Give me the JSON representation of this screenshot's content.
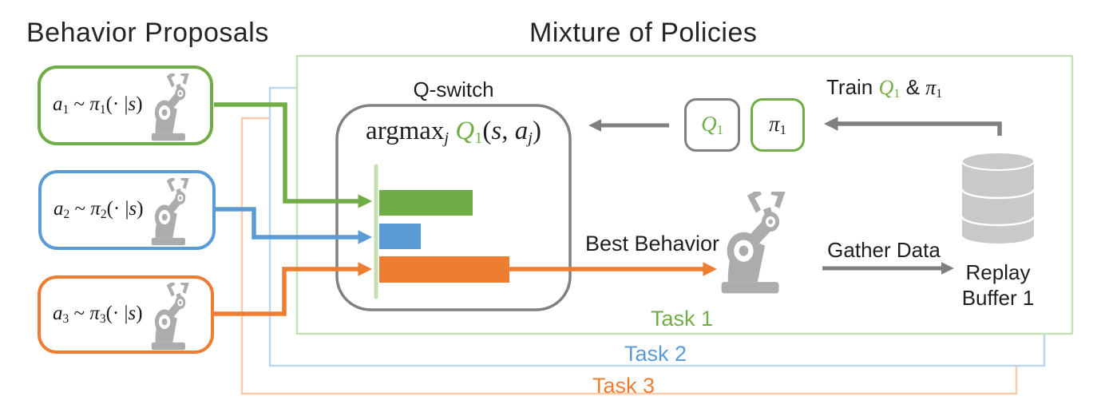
{
  "titles": {
    "left": "Behavior Proposals",
    "right": "Mixture of Policies"
  },
  "colors": {
    "green": "#70AD47",
    "blue": "#5B9BD5",
    "orange": "#ED7D31",
    "gray": "#808080",
    "light_green": "#C5E0B4",
    "light_blue": "#BDD7EE",
    "light_orange": "#F8CBAD",
    "icon_gray": "#ACACAC",
    "cylinder_gray": "#C9C9C9",
    "text": "#262626"
  },
  "icons": {
    "robot": "robot-arm-icon",
    "buffer": "database-cylinder-icon"
  },
  "proposals": [
    {
      "task": 1,
      "color": "green",
      "formula": [
        {
          "t": "a",
          "s": "i"
        },
        {
          "t": "1",
          "s": "sub"
        },
        {
          "t": " ~ "
        },
        {
          "t": "π",
          "s": "i"
        },
        {
          "t": "1",
          "s": "sub"
        },
        {
          "t": "(· |"
        },
        {
          "t": "s",
          "s": "i"
        },
        {
          "t": ")"
        }
      ]
    },
    {
      "task": 2,
      "color": "blue",
      "formula": [
        {
          "t": "a",
          "s": "i"
        },
        {
          "t": "2",
          "s": "sub"
        },
        {
          "t": " ~ "
        },
        {
          "t": "π",
          "s": "i"
        },
        {
          "t": "2",
          "s": "sub"
        },
        {
          "t": "(· |"
        },
        {
          "t": "s",
          "s": "i"
        },
        {
          "t": ")"
        }
      ]
    },
    {
      "task": 3,
      "color": "orange",
      "formula": [
        {
          "t": "a",
          "s": "i"
        },
        {
          "t": "3",
          "s": "sub"
        },
        {
          "t": " ~ "
        },
        {
          "t": "π",
          "s": "i"
        },
        {
          "t": "3",
          "s": "sub"
        },
        {
          "t": "(· |"
        },
        {
          "t": "s",
          "s": "i"
        },
        {
          "t": ")"
        }
      ]
    }
  ],
  "qswitch": {
    "label": "Q-switch",
    "formula": [
      {
        "t": "argmax"
      },
      {
        "t": "j",
        "s": "isub"
      },
      {
        "t": " "
      },
      {
        "t": "Q",
        "s": "gi"
      },
      {
        "t": "1",
        "s": "gsub"
      },
      {
        "t": "("
      },
      {
        "t": "s",
        "s": "i"
      },
      {
        "t": ", "
      },
      {
        "t": "a",
        "s": "i"
      },
      {
        "t": "j",
        "s": "isub"
      },
      {
        "t": ")"
      }
    ],
    "bars": [
      {
        "series": "task-1",
        "color": "green",
        "value": 0.72
      },
      {
        "series": "task-2",
        "color": "blue",
        "value": 0.32
      },
      {
        "series": "task-3",
        "color": "orange",
        "value": 1.0
      }
    ]
  },
  "policy_boxes": {
    "q1": [
      {
        "t": "Q",
        "s": "gi"
      },
      {
        "t": "1",
        "s": "gsub"
      }
    ],
    "pi1": [
      {
        "t": "π",
        "s": "i"
      },
      {
        "t": "1",
        "s": "sub"
      }
    ]
  },
  "labels": {
    "train": [
      {
        "t": "Train ",
        "s": "sans"
      },
      {
        "t": "Q",
        "s": "gi"
      },
      {
        "t": "1",
        "s": "gsub"
      },
      {
        "t": " & ",
        "s": "sans"
      },
      {
        "t": "π",
        "s": "i"
      },
      {
        "t": "1",
        "s": "sub"
      }
    ],
    "best_behavior": "Best Behavior",
    "gather_data": "Gather Data",
    "replay_line1": "Replay",
    "replay_line2": "Buffer 1"
  },
  "tasks": [
    {
      "label": "Task 1",
      "color": "#70AD47"
    },
    {
      "label": "Task 2",
      "color": "#5B9BD5"
    },
    {
      "label": "Task 3",
      "color": "#ED7D31"
    }
  ]
}
